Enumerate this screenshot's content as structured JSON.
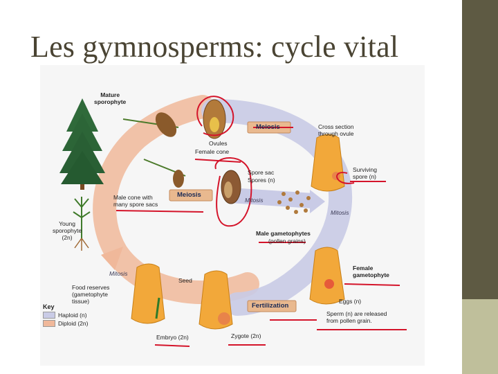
{
  "slide": {
    "title": "Les gymnosperms: cycle vital"
  },
  "colors": {
    "title": "#4a4433",
    "side_bar_dark": "#5e5a43",
    "side_bar_light": "#bfbf9b",
    "haploid": "#c9cbe6",
    "diploid": "#f0b89a",
    "annotation": "#d4142a"
  },
  "diagram": {
    "labels": {
      "mature_sporophyte": "Mature\nsporophyte",
      "ovules": "Ovules",
      "female_cone": "Female cone",
      "cross_section": "Cross section\nthrough ovule",
      "spore_sac": "Spore sac",
      "spores": "Spores (n)",
      "surviving_spore": "Surviving\nspore (n)",
      "male_cone": "Male cone with\nmany spore sacs",
      "male_gametophytes": "Male gametophytes",
      "pollen_grains": "(pollen grains)",
      "young_sporophyte": "Young\nsporophyte\n(2n)",
      "female_gametophyte": "Female\ngametophyte",
      "seed": "Seed",
      "food_reserves": "Food reserves\n(gametophyte\ntissue)",
      "eggs": "Eggs (n)",
      "sperm": "Sperm (n) are released\nfrom pollen grain.",
      "embryo": "Embryo (2n)",
      "zygote": "Zygote (2n)"
    },
    "stages": {
      "meiosis_top": "Meiosis",
      "meiosis_left": "Meiosis",
      "fertilization": "Fertilization"
    },
    "arrows": {
      "mitosis_center": "Mitosis",
      "mitosis_right": "Mitosis",
      "mitosis_left": "Mitosis"
    },
    "key": {
      "title": "Key",
      "haploid": "Haploid (n)",
      "diploid": "Diploid (2n)"
    }
  }
}
